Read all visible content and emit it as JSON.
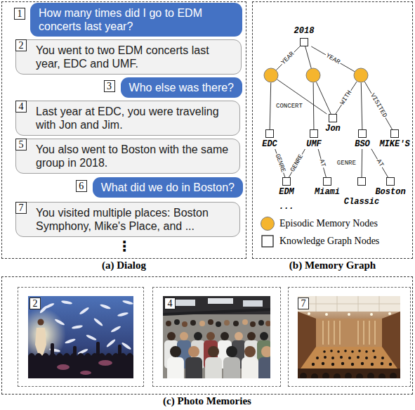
{
  "diagram": {
    "nodes": [
      {
        "text": [
          "(a) Dialog"
        ]
      },
      {
        "text": [
          "1"
        ],
        "in": 0
      },
      {
        "text": [
          "How many times did I go to EDM concerts last year?"
        ],
        "in": 0
      },
      {
        "text": [
          "2"
        ],
        "in": 0
      },
      {
        "text": [
          "You went to two EDM concerts last year, EDC and UMF."
        ],
        "in": 0
      },
      {
        "text": [
          "3"
        ],
        "in": 0
      },
      {
        "text": [
          "Who else was there?"
        ],
        "in": 0
      },
      {
        "text": [
          "4"
        ],
        "in": 0
      },
      {
        "text": [
          "Last year at EDC, you were traveling with Jon and Jim."
        ],
        "in": 0
      },
      {
        "text": [
          "5"
        ],
        "in": 0
      },
      {
        "text": [
          "You also went to Boston with the same group in 2018."
        ],
        "in": 0
      },
      {
        "text": [
          "6"
        ],
        "in": 0
      },
      {
        "text": [
          "What did we do in Boston?"
        ],
        "in": 0
      },
      {
        "text": [
          "7"
        ],
        "in": 0
      },
      {
        "text": [
          "You visited multiple places: Boston Symphony, Mike's Place, and ..."
        ],
        "in": 0
      },
      {
        "text": [
          "(b) Memory Graph"
        ]
      },
      {
        "text": [
          "2018"
        ],
        "in": 15
      },
      {
        "text": [],
        "in": 15
      },
      {
        "text": [],
        "in": 15
      },
      {
        "text": [],
        "in": 15
      },
      {
        "text": [
          "EDC"
        ],
        "in": 15
      },
      {
        "text": [
          "UMF"
        ],
        "in": 15
      },
      {
        "text": [
          "Jon"
        ],
        "in": 15
      },
      {
        "text": [
          "BSO"
        ],
        "in": 15
      },
      {
        "text": [
          "MIKE'S"
        ],
        "in": 15
      },
      {
        "text": [
          "EDM"
        ],
        "in": 15
      },
      {
        "text": [
          "Miami"
        ],
        "in": 15
      },
      {
        "text": [
          "Classic"
        ],
        "in": 15
      },
      {
        "text": [
          "Boston"
        ],
        "in": 15
      },
      {
        "text": [
          "(c) Photo Memories"
        ]
      },
      {
        "text": [],
        "in": 29
      },
      {
        "text": [
          "2"
        ],
        "in": 30
      },
      {
        "text": [],
        "in": 29
      },
      {
        "text": [
          "4"
        ],
        "in": 32
      },
      {
        "text": [],
        "in": 29
      },
      {
        "text": [
          "7"
        ],
        "in": 34
      }
    ],
    "edges": [
      {
        "from": 16,
        "to": 17,
        "label": "YEAR",
        "arrow": "none"
      },
      {
        "from": 16,
        "to": 18,
        "arrow": "none"
      },
      {
        "from": 16,
        "to": 19,
        "label": "YEAR",
        "arrow": "none"
      },
      {
        "from": 17,
        "to": 20,
        "label": "CONCERT",
        "arrow": "none"
      },
      {
        "from": 18,
        "to": 21,
        "arrow": "none"
      },
      {
        "from": 17,
        "to": 22,
        "arrow": "none"
      },
      {
        "from": 18,
        "to": 22,
        "arrow": "none"
      },
      {
        "from": 19,
        "to": 22,
        "label": "WITH",
        "arrow": "none"
      },
      {
        "from": 19,
        "to": 23,
        "arrow": "none"
      },
      {
        "from": 19,
        "to": 24,
        "label": "VISITED",
        "arrow": "none"
      },
      {
        "from": 20,
        "to": 25,
        "label": "GENRE",
        "arrow": "none"
      },
      {
        "from": 21,
        "to": 25,
        "label": "GENRE",
        "arrow": "none"
      },
      {
        "from": 21,
        "to": 26,
        "label": "AT",
        "arrow": "none"
      },
      {
        "from": 23,
        "to": 27,
        "label": "GENRE",
        "arrow": "none"
      },
      {
        "from": 23,
        "to": 28,
        "label": "AT",
        "arrow": "none"
      }
    ],
    "labels": [
      "⋮",
      "..."
    ],
    "legend": [
      {
        "text": "Episodic Memory Nodes",
        "color": "#f5b52e"
      },
      {
        "text": "Knowledge Graph Nodes"
      }
    ]
  }
}
